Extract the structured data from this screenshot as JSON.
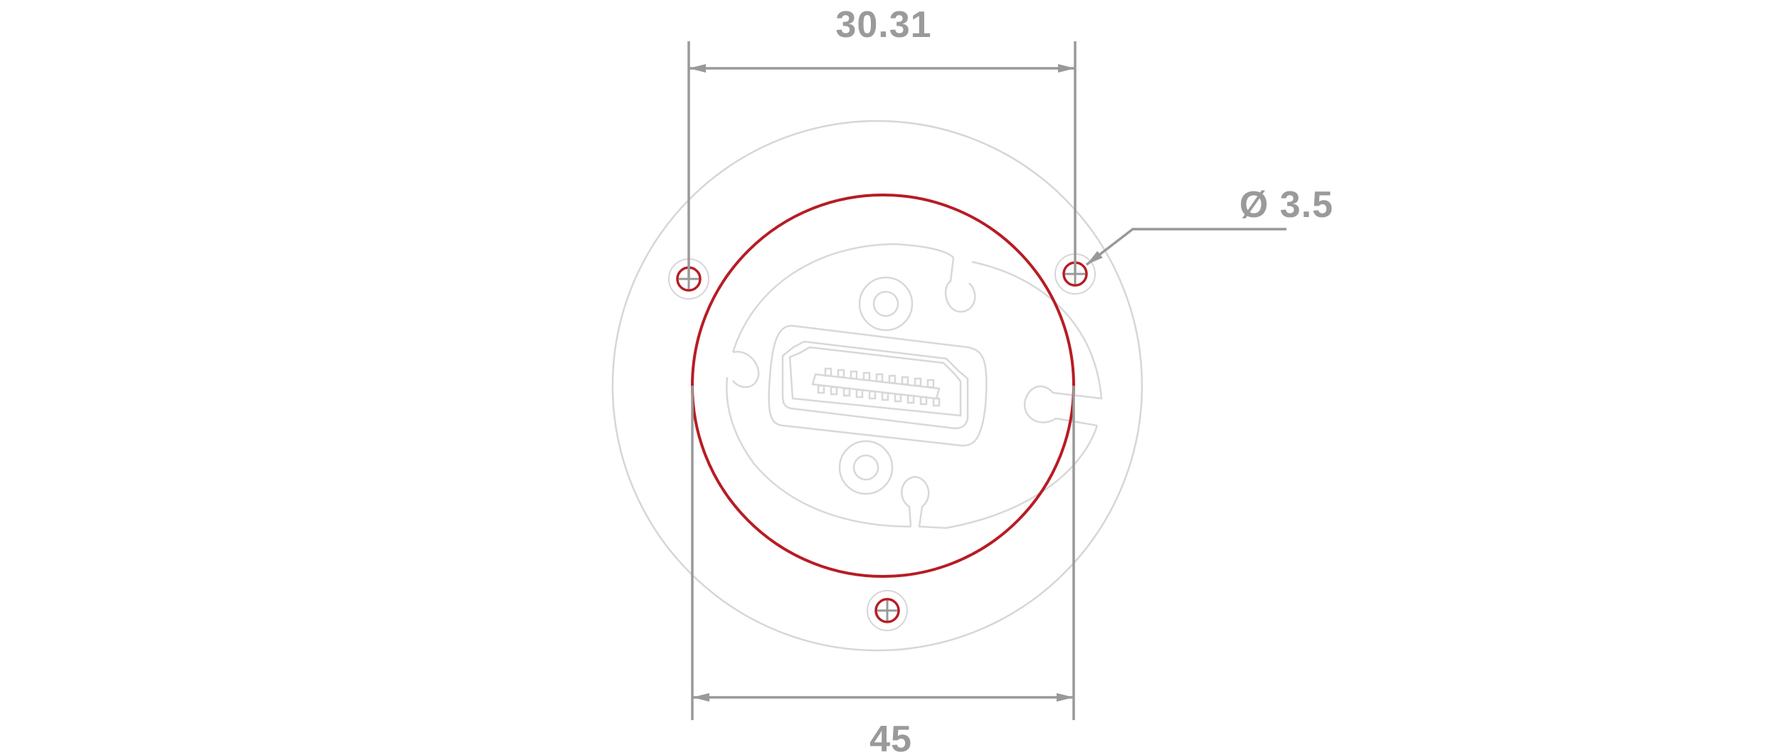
{
  "dimensions": {
    "top_span": "30.31",
    "bottom_span": "45",
    "hole_diameter": "Ø 3.5"
  },
  "colors": {
    "background": "#ffffff",
    "dimension": "#999999",
    "dimension_text": "#9a9a9a",
    "part_outline": "#d6d6d6",
    "highlight": "#b71c24"
  }
}
